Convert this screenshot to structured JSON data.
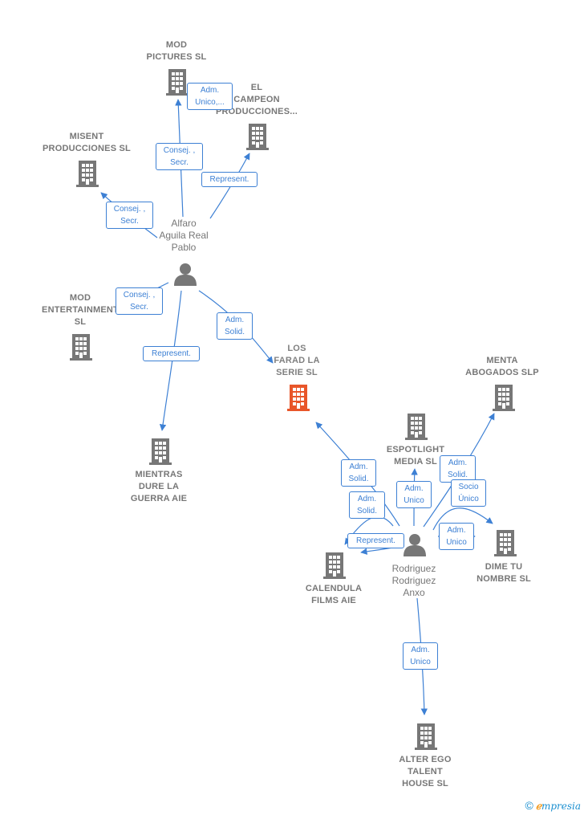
{
  "nodes": {
    "mod_pictures": {
      "label": "MOD\nPICTURES  SL"
    },
    "el_campeon": {
      "label": "EL\nCAMPEON\nPRODUCCIONES..."
    },
    "misent": {
      "label": "MISENT\nPRODUCCIONES SL"
    },
    "mod_entertainment": {
      "label": "MOD\nENTERTAINMENT\nSL"
    },
    "alfaro": {
      "label": "Alfaro\nAguila Real\nPablo"
    },
    "los_farad": {
      "label": "LOS\nFARAD LA\nSERIE  SL"
    },
    "mientras": {
      "label": "MIENTRAS\nDURE LA\nGUERRA AIE"
    },
    "menta": {
      "label": "MENTA\nABOGADOS SLP"
    },
    "espotlight": {
      "label": "ESPOTLIGHT\nMEDIA  SL"
    },
    "dime_tu": {
      "label": "DIME TU\nNOMBRE  SL"
    },
    "calendula": {
      "label": "CALENDULA\nFILMS  AIE"
    },
    "rodriguez": {
      "label": "Rodriguez\nRodriguez\nAnxo"
    },
    "alter_ego": {
      "label": "ALTER EGO\nTALENT\nHOUSE  SL"
    }
  },
  "relations": {
    "r1": "Adm.\nUnico,...",
    "r2": "Consej. ,\nSecr.",
    "r3": "Represent.",
    "r4": "Consej. ,\nSecr.",
    "r5": "Consej. ,\nSecr.",
    "r6": "Adm.\nSolid.",
    "r7": "Represent.",
    "r8": "Adm.\nSolid.",
    "r9": "Adm.\nSolid.",
    "r10": "Adm.\nSolid.",
    "r11": "Adm.\nUnico",
    "r12": "Socio\nÚnico",
    "r13": "Represent.",
    "r14": "Adm.\nUnico",
    "r15": "Adm.\nUnico"
  },
  "colors": {
    "edge": "#3d80d4",
    "company": "#777777",
    "main_company": "#e8562a",
    "person": "#777777"
  },
  "brand": {
    "copyright": "©",
    "e": "ℯ",
    "rest": "mpresia"
  }
}
